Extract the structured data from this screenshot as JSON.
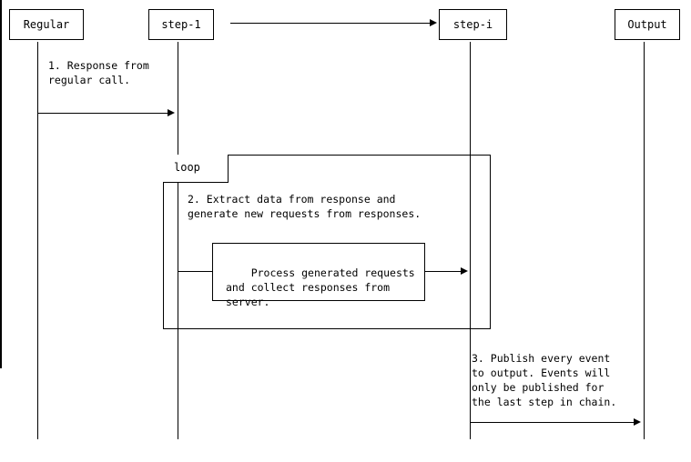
{
  "diagram": {
    "type": "sequence-diagram",
    "title": "",
    "participants": [
      {
        "id": "regular",
        "label": "Regular"
      },
      {
        "id": "step-1",
        "label": "step-1"
      },
      {
        "id": "step-i",
        "label": "step-i"
      },
      {
        "id": "output",
        "label": "Output"
      }
    ],
    "header_arrow": {
      "from": "step-1",
      "to": "step-i",
      "label": ""
    },
    "messages": [
      {
        "id": "msg-1",
        "from": "regular",
        "to": "step-1",
        "label": "1. Response from\nregular call."
      },
      {
        "id": "msg-2",
        "from": "step-1",
        "to": "step-i",
        "label": "2. Extract data from response and\ngenerate new requests from responses."
      },
      {
        "id": "msg-3",
        "from": "step-i",
        "to": "output",
        "label": "3. Publish every event\nto output. Events will\nonly be published for\nthe last step in chain."
      }
    ],
    "fragments": [
      {
        "id": "loop-fragment",
        "operator": "loop",
        "guard": ""
      }
    ],
    "notes": [
      {
        "id": "note-process",
        "text": "Process generated requests\nand collect responses from\nserver."
      }
    ],
    "colors": {
      "stroke": "#000000",
      "background": "#ffffff",
      "text": "#000000"
    }
  }
}
